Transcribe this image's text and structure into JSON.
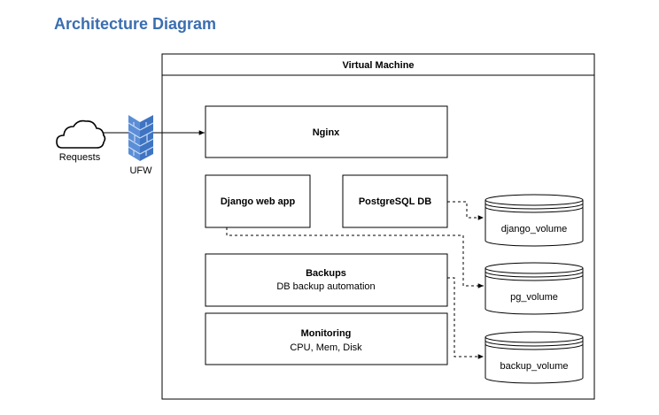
{
  "title": "Architecture Diagram",
  "colors": {
    "title": "#3b6eb0",
    "stroke": "#000000",
    "firewall_brick": "#5b8ed6",
    "firewall_mortar": "#c8dcf5"
  },
  "diagram": {
    "container": {
      "label": "Virtual Machine"
    },
    "external": {
      "requests": {
        "icon": "cloud-icon",
        "label": "Requests"
      },
      "ufw": {
        "icon": "firewall-icon",
        "label": "UFW"
      }
    },
    "components": {
      "nginx": {
        "label": "Nginx"
      },
      "django": {
        "label": "Django web app"
      },
      "postgres": {
        "label": "PostgreSQL DB"
      },
      "backups": {
        "label": "Backups",
        "sublabel": "DB backup automation"
      },
      "monitoring": {
        "label": "Monitoring",
        "sublabel": "CPU, Mem, Disk"
      }
    },
    "volumes": {
      "django_volume": {
        "label": "django_volume"
      },
      "pg_volume": {
        "label": "pg_volume"
      },
      "backup_volume": {
        "label": "backup_volume"
      }
    },
    "edges": [
      {
        "from": "requests",
        "to": "ufw",
        "style": "solid"
      },
      {
        "from": "ufw",
        "to": "nginx",
        "style": "solid"
      },
      {
        "from": "postgres",
        "to": "django_volume",
        "style": "dashed"
      },
      {
        "from": "django",
        "to": "pg_volume",
        "style": "dashed"
      },
      {
        "from": "backups",
        "to": "backup_volume",
        "style": "dashed"
      }
    ]
  }
}
